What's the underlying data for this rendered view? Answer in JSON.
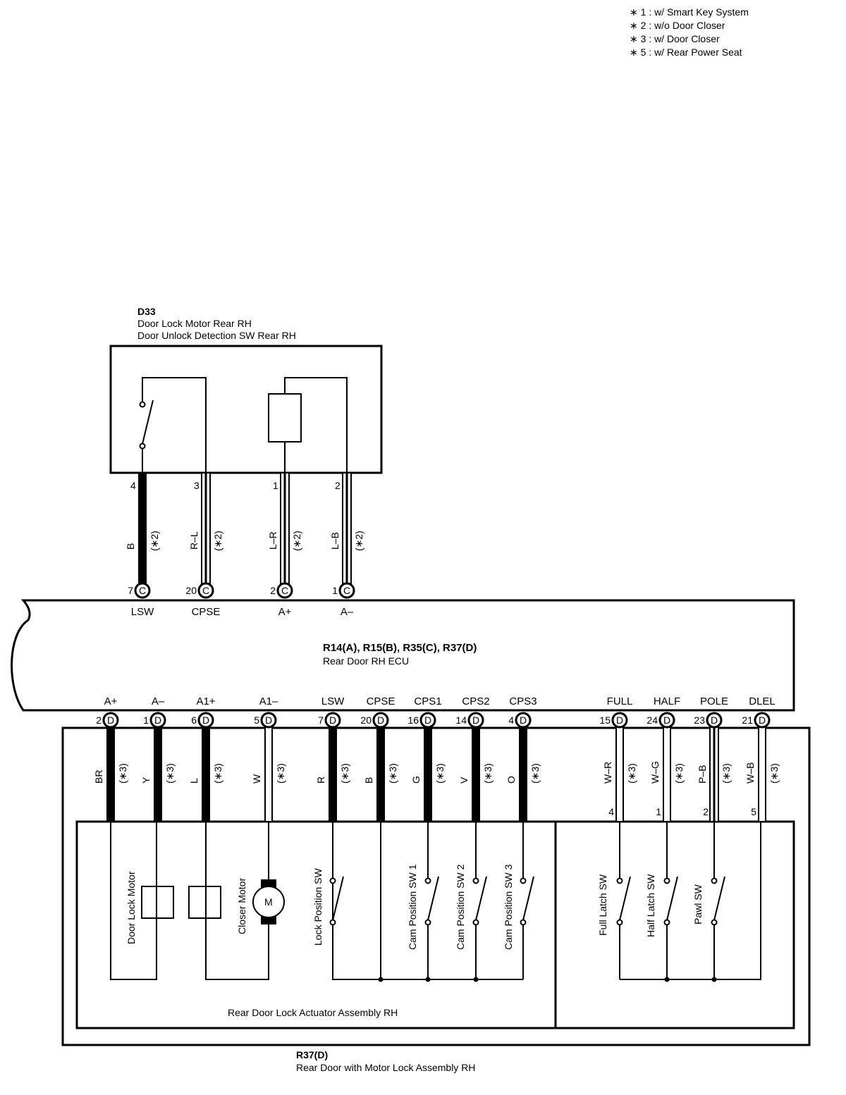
{
  "notes": [
    "∗ 1 : w/ Smart Key System",
    "∗ 2 : w/o Door Closer",
    "∗ 3 : w/ Door Closer",
    "∗ 5 : w/ Rear Power Seat"
  ],
  "d33": {
    "code": "D33",
    "name1": "Door Lock Motor Rear RH",
    "name2": "Door Unlock Detection SW Rear RH"
  },
  "ecu": {
    "codes": "R14(A), R15(B), R35(C), R37(D)",
    "name": "Rear Door RH ECU"
  },
  "upper_wires": [
    {
      "pin_top": "4",
      "color": "B",
      "note": "(∗2)",
      "pin_num": "7",
      "conn": "C",
      "term": "LSW",
      "style": "thick"
    },
    {
      "pin_top": "3",
      "color": "R–L",
      "note": "(∗2)",
      "pin_num": "20",
      "conn": "C",
      "term": "CPSE",
      "style": "triple"
    },
    {
      "pin_top": "1",
      "color": "L–R",
      "note": "(∗2)",
      "pin_num": "2",
      "conn": "C",
      "term": "A+",
      "style": "triple"
    },
    {
      "pin_top": "2",
      "color": "L–B",
      "note": "(∗2)",
      "pin_num": "1",
      "conn": "C",
      "term": "A–",
      "style": "triple"
    }
  ],
  "lower_wires": [
    {
      "term": "A+",
      "pin_num": "2",
      "conn": "D",
      "color": "BR",
      "note": "(∗3)",
      "pin_bottom": "",
      "style": "thick"
    },
    {
      "term": "A–",
      "pin_num": "1",
      "conn": "D",
      "color": "Y",
      "note": "(∗3)",
      "pin_bottom": "",
      "style": "thick"
    },
    {
      "term": "A1+",
      "pin_num": "6",
      "conn": "D",
      "color": "L",
      "note": "(∗3)",
      "pin_bottom": "",
      "style": "thick"
    },
    {
      "term": "A1–",
      "pin_num": "5",
      "conn": "D",
      "color": "W",
      "note": "(∗3)",
      "pin_bottom": "",
      "style": "double"
    },
    {
      "term": "LSW",
      "pin_num": "7",
      "conn": "D",
      "color": "R",
      "note": "(∗3)",
      "pin_bottom": "",
      "style": "thick"
    },
    {
      "term": "CPSE",
      "pin_num": "20",
      "conn": "D",
      "color": "B",
      "note": "(∗3)",
      "pin_bottom": "",
      "style": "thick"
    },
    {
      "term": "CPS1",
      "pin_num": "16",
      "conn": "D",
      "color": "G",
      "note": "(∗3)",
      "pin_bottom": "",
      "style": "thick"
    },
    {
      "term": "CPS2",
      "pin_num": "14",
      "conn": "D",
      "color": "V",
      "note": "(∗3)",
      "pin_bottom": "",
      "style": "thick"
    },
    {
      "term": "CPS3",
      "pin_num": "4",
      "conn": "D",
      "color": "O",
      "note": "(∗3)",
      "pin_bottom": "",
      "style": "thick"
    },
    {
      "term": "FULL",
      "pin_num": "15",
      "conn": "D",
      "color": "W–R",
      "note": "(∗3)",
      "pin_bottom": "4",
      "style": "double"
    },
    {
      "term": "HALF",
      "pin_num": "24",
      "conn": "D",
      "color": "W–G",
      "note": "(∗3)",
      "pin_bottom": "1",
      "style": "double"
    },
    {
      "term": "POLE",
      "pin_num": "23",
      "conn": "D",
      "color": "P–B",
      "note": "(∗3)",
      "pin_bottom": "2",
      "style": "triple"
    },
    {
      "term": "DLEL",
      "pin_num": "21",
      "conn": "D",
      "color": "W–B",
      "note": "(∗3)",
      "pin_bottom": "5",
      "style": "double"
    }
  ],
  "components": {
    "door_lock_motor": "Door Lock Motor",
    "closer_motor": "Closer Motor",
    "motor_symbol": "M",
    "lock_position_sw": "Lock Position SW",
    "cam_sw1": "Cam Position SW 1",
    "cam_sw2": "Cam Position SW 2",
    "cam_sw3": "Cam Position SW 3",
    "full_latch_sw": "Full Latch SW",
    "half_latch_sw": "Half Latch SW",
    "pawl_sw": "Pawl SW"
  },
  "actuator_label": "Rear Door Lock Actuator Assembly RH",
  "r37": {
    "code": "R37(D)",
    "name": "Rear Door with Motor Lock Assembly RH"
  }
}
